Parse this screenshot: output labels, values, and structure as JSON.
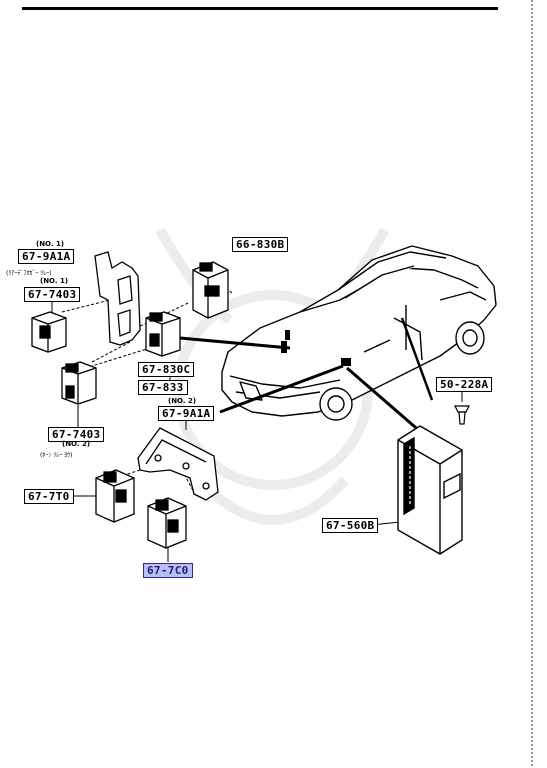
{
  "labels": {
    "l1": "67-9A1A",
    "l2": "67-7403",
    "l3": "66-830B",
    "l4": "67-830C",
    "l5": "67-833",
    "l6": "67-9A1A",
    "l7": "67-7403",
    "l8": "67-7T0",
    "l9": "67-7C0",
    "l10": "67-560B",
    "l11": "50-228A"
  },
  "notes": {
    "no1a": "(NO. 1)",
    "no1b": "(NO. 1)",
    "no2a": "(NO. 2)",
    "no2b": "(NO. 2)",
    "sub1": "(ﾘｱｰﾃﾞﾌｵｶﾞｰ ﾘﾚｰ)",
    "sub2": "(ﾎｰﾝ ﾘﾚｰ ﾖｳ)"
  },
  "colors": {
    "highlight": "#b9bff2",
    "ink": "#000000"
  }
}
